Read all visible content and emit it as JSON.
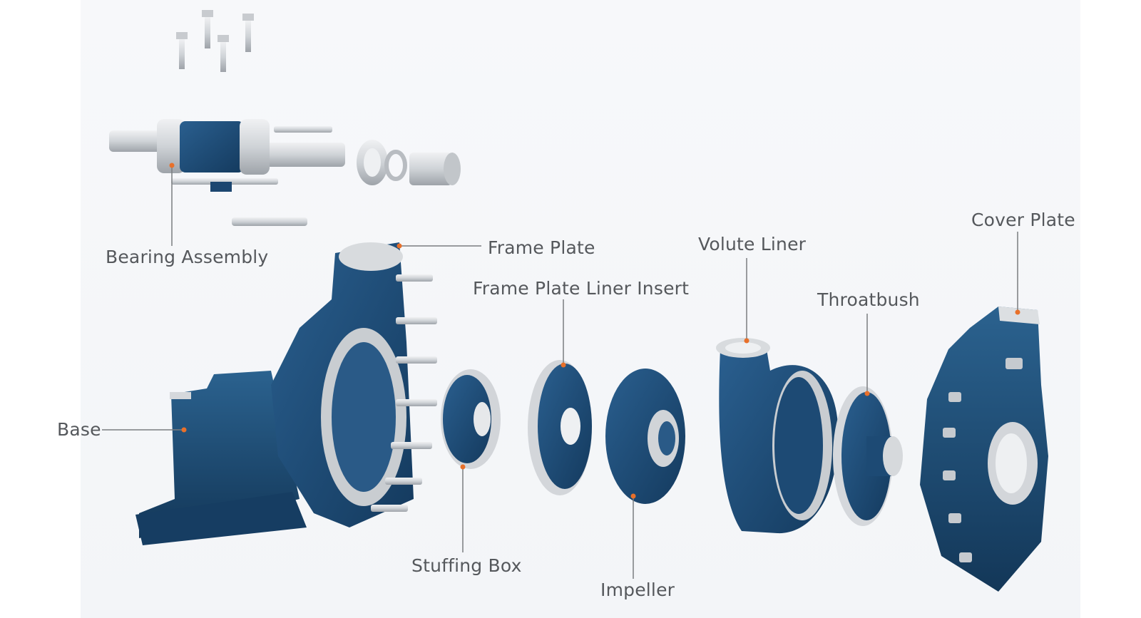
{
  "labels": {
    "bearing_assembly": "Bearing Assembly",
    "frame_plate": "Frame Plate",
    "frame_plate_liner_insert": "Frame Plate Liner Insert",
    "volute_liner": "Volute Liner",
    "cover_plate": "Cover Plate",
    "throatbush": "Throatbush",
    "base": "Base",
    "stuffing_box": "Stuffing Box",
    "impeller": "Impeller"
  },
  "colors": {
    "part_blue": "#1f4d78",
    "part_blue_dark": "#143a5e",
    "metal_light": "#d9dcdf",
    "metal_mid": "#b6babf",
    "leader_line": "#7a7d80",
    "marker_dot": "#e8702a",
    "label_text": "#55585c"
  },
  "icons": [
    "bolt",
    "shaft",
    "bearing-housing",
    "gland",
    "sleeve"
  ]
}
